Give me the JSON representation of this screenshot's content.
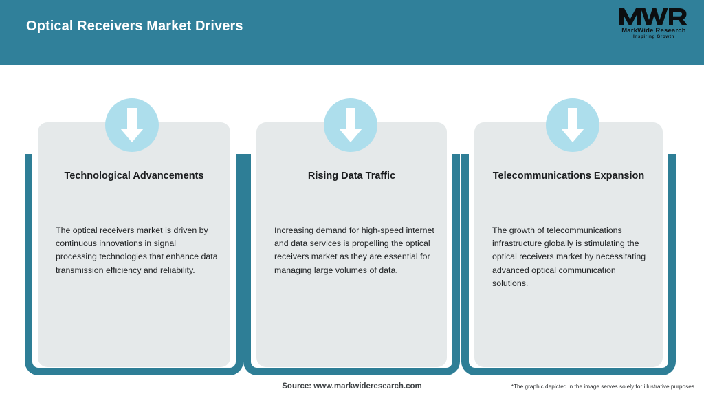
{
  "header": {
    "title": "Optical Receivers Market Drivers",
    "bg_color": "#30809a",
    "logo": {
      "mark": "MWR",
      "name": "MarkWide Research",
      "tagline": "Inspiring Growth"
    }
  },
  "theme": {
    "accent_teal": "#2e7e96",
    "card_bg": "#e5e9ea",
    "circle_blue": "#addeec",
    "page_bg": "#ffffff"
  },
  "cards": [
    {
      "icon": "arrow-down-icon",
      "title": "Technological Advancements",
      "body": "The optical receivers market is driven by continuous innovations in signal processing technologies that enhance data transmission efficiency and reliability."
    },
    {
      "icon": "arrow-down-icon",
      "title": "Rising Data Traffic",
      "body": "Increasing demand for high-speed internet and data services is propelling the optical receivers market as they are essential for managing large volumes of data."
    },
    {
      "icon": "arrow-down-icon",
      "title": "Telecommunications Expansion",
      "body": "The growth of telecommunications infrastructure globally is stimulating the optical receivers market by necessitating advanced optical communication solutions."
    }
  ],
  "footer": {
    "source": "Source: www.markwideresearch.com",
    "disclaimer": "*The graphic depicted in the image serves solely for illustrative purposes"
  }
}
